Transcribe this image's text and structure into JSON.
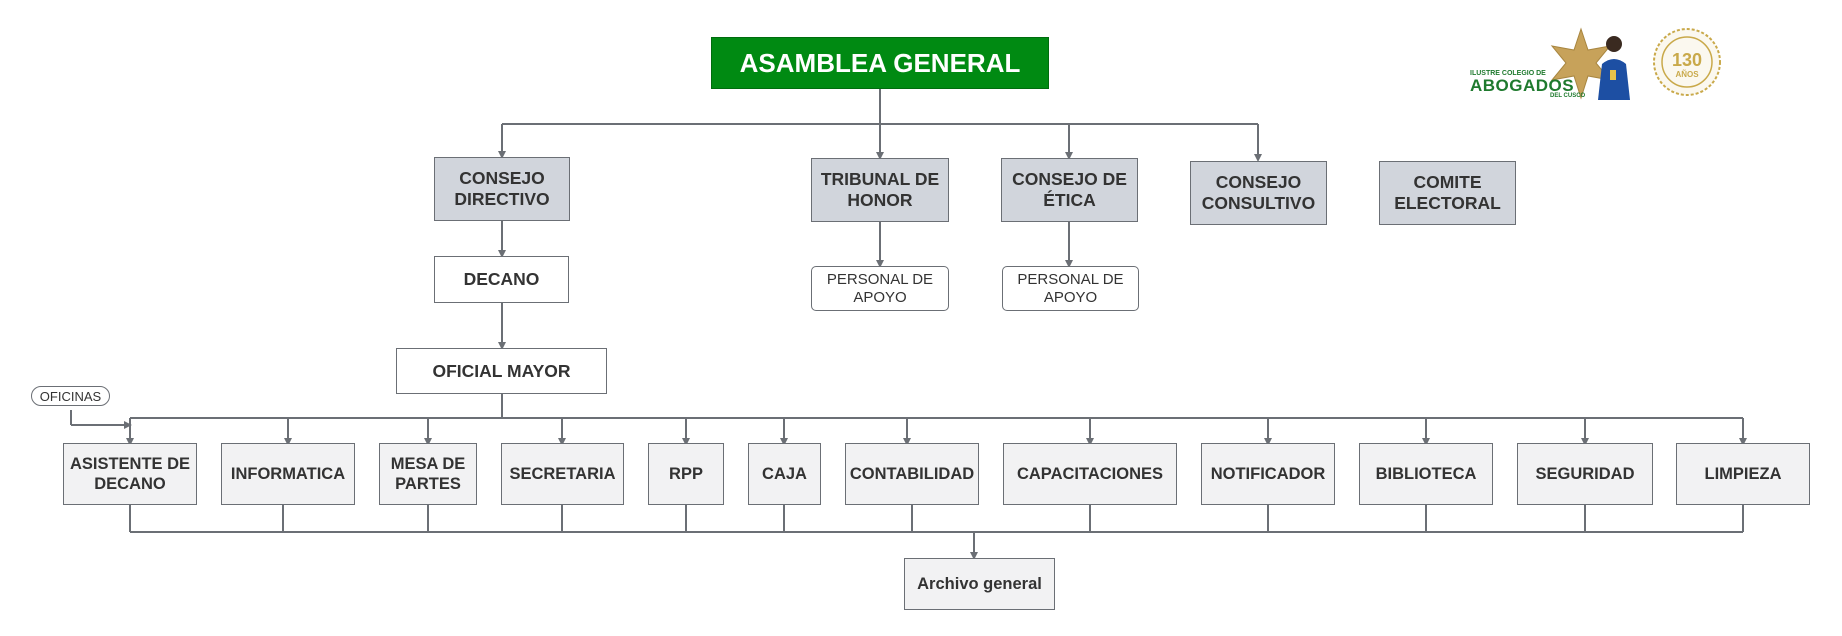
{
  "title": "ASAMBLEA GENERAL",
  "councils": {
    "consejo_directivo": "CONSEJO DIRECTIVO",
    "tribunal_honor": "TRIBUNAL DE HONOR",
    "consejo_etica": "CONSEJO DE ÉTICA",
    "consejo_consultivo": "CONSEJO CONSULTIVO",
    "comite_electoral": "COMITE ELECTORAL"
  },
  "support": {
    "tribunal": "PERSONAL DE APOYO",
    "etica": "PERSONAL DE APOYO"
  },
  "decano": "DECANO",
  "oficial_mayor": "OFICIAL MAYOR",
  "oficinas": "OFICINAS",
  "offices": [
    "ASISTENTE DE DECANO",
    "INFORMATICA",
    "MESA DE PARTES",
    "SECRETARIA",
    "RPP",
    "CAJA",
    "CONTABILIDAD",
    "CAPACITACIONES",
    "NOTIFICADOR",
    "BIBLIOTECA",
    "SEGURIDAD",
    "LIMPIEZA"
  ],
  "archivo": "Archivo general",
  "logo": {
    "line1": "ILUSTRE COLEGIO DE",
    "line2": "ABOGADOS",
    "line3": "DEL CUSCO",
    "seal_number": "130",
    "seal_word": "AÑOS"
  },
  "colors": {
    "top_box": "#008a12",
    "council_box": "#d1d5dc",
    "office_box": "#f2f2f3",
    "connector": "#6b6f75",
    "logo_green": "#1f7a2e",
    "seal_gold": "#c9a94a"
  }
}
